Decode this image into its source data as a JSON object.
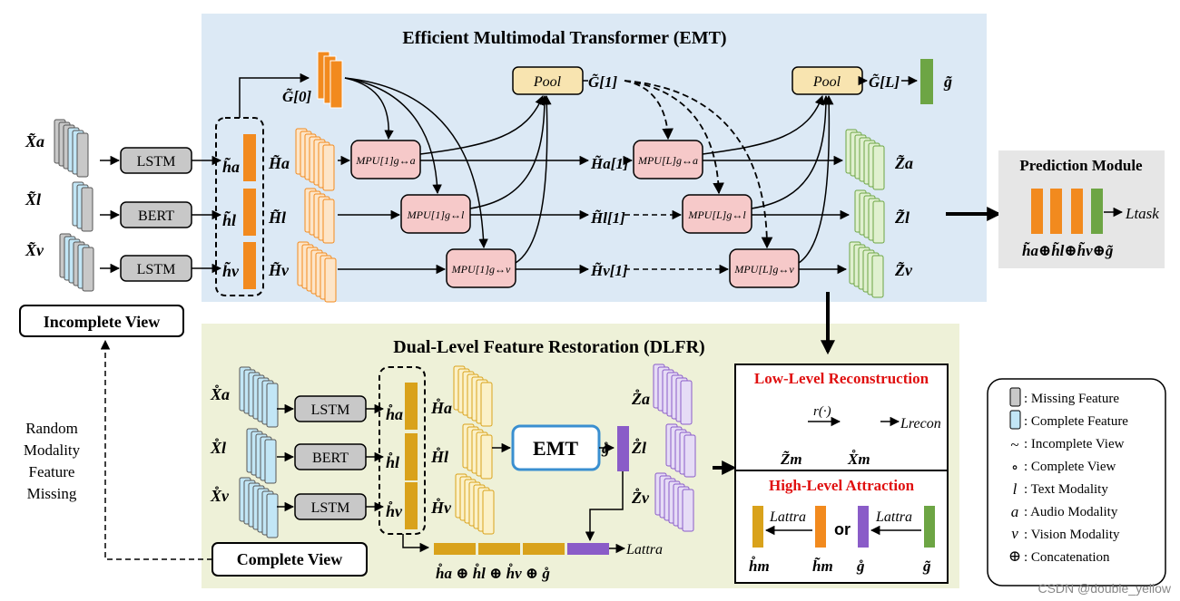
{
  "emt": {
    "title": "Efficient Multimodal Transformer (EMT)",
    "inputs": [
      {
        "label": "X̃a",
        "encoder": "LSTM"
      },
      {
        "label": "X̃l",
        "encoder": "BERT"
      },
      {
        "label": "X̃v",
        "encoder": "LSTM"
      }
    ],
    "h_labels": [
      "h̃a",
      "h̃l",
      "h̃v"
    ],
    "H_labels": [
      "H̃a",
      "H̃l",
      "H̃v"
    ],
    "g0": "G̃[0]",
    "pool": "Pool",
    "g1": "G̃[1]",
    "gL": "G̃[L]",
    "g_out": "g̃",
    "mpu1": [
      "MPU[1]g↔a",
      "MPU[1]g↔l",
      "MPU[1]g↔v"
    ],
    "mpuL": [
      "MPU[L]g↔a",
      "MPU[L]g↔l",
      "MPU[L]g↔v"
    ],
    "H1_labels": [
      "H̃a[1]",
      "H̃l[1]",
      "H̃v[1]"
    ],
    "Z_labels": [
      "Z̃a",
      "Z̃l",
      "Z̃v"
    ]
  },
  "prediction": {
    "title": "Prediction Module",
    "loss": "Ltask",
    "formula": "h̃a⊕h̃l⊕h̃v⊕g̃"
  },
  "incomplete_view": "Incomplete View",
  "complete_view": "Complete View",
  "random_missing": [
    "Random",
    "Modality",
    "Feature",
    "Missing"
  ],
  "dlfr": {
    "title": "Dual-Level Feature Restoration (DLFR)",
    "inputs": [
      {
        "label": "X̊a",
        "encoder": "LSTM"
      },
      {
        "label": "X̊l",
        "encoder": "BERT"
      },
      {
        "label": "X̊v",
        "encoder": "LSTM"
      }
    ],
    "h_labels": [
      "h̊a",
      "h̊l",
      "h̊v"
    ],
    "H_labels": [
      "H̊a",
      "H̊l",
      "H̊v"
    ],
    "emt_block": "EMT",
    "g_out": "g̊",
    "Z_labels": [
      "Z̊a",
      "Z̊l",
      "Z̊v"
    ],
    "concat_formula": "h̊a ⊕ h̊l ⊕ h̊v ⊕ g̊",
    "loss_attra": "Lattra"
  },
  "low_level": {
    "title": "Low-Level Reconstruction",
    "func": "r(·)",
    "loss": "Lrecon",
    "from": "Z̃m",
    "to": "X̊m"
  },
  "high_level": {
    "title": "High-Level Attraction",
    "loss": "Lattra",
    "or": "or",
    "labels": [
      "h̊m",
      "h̃m",
      "g̊",
      "g̃"
    ]
  },
  "legend": [
    {
      "symbol": "gray-box",
      "text": ": Missing Feature"
    },
    {
      "symbol": "blue-box",
      "text": ": Complete Feature"
    },
    {
      "symbol": "~",
      "text": ": Incomplete View"
    },
    {
      "symbol": "∘",
      "text": ": Complete View"
    },
    {
      "symbol": "l",
      "text": ": Text Modality"
    },
    {
      "symbol": "a",
      "text": ": Audio Modality"
    },
    {
      "symbol": "v",
      "text": ": Vision Modality"
    },
    {
      "symbol": "⊕",
      "text": ": Concatenation"
    }
  ],
  "watermark": "CSDN @double_yellow",
  "colors": {
    "emt_bg": "#dce9f5",
    "dlfr_bg": "#eef1d8",
    "orange": "#f28a1e",
    "yellow": "#d9a21b",
    "purple": "#8a5cc8",
    "green": "#6da544",
    "pool": "#f8e4b0",
    "mpu": "#f6c9c9",
    "red": "#e01010"
  }
}
